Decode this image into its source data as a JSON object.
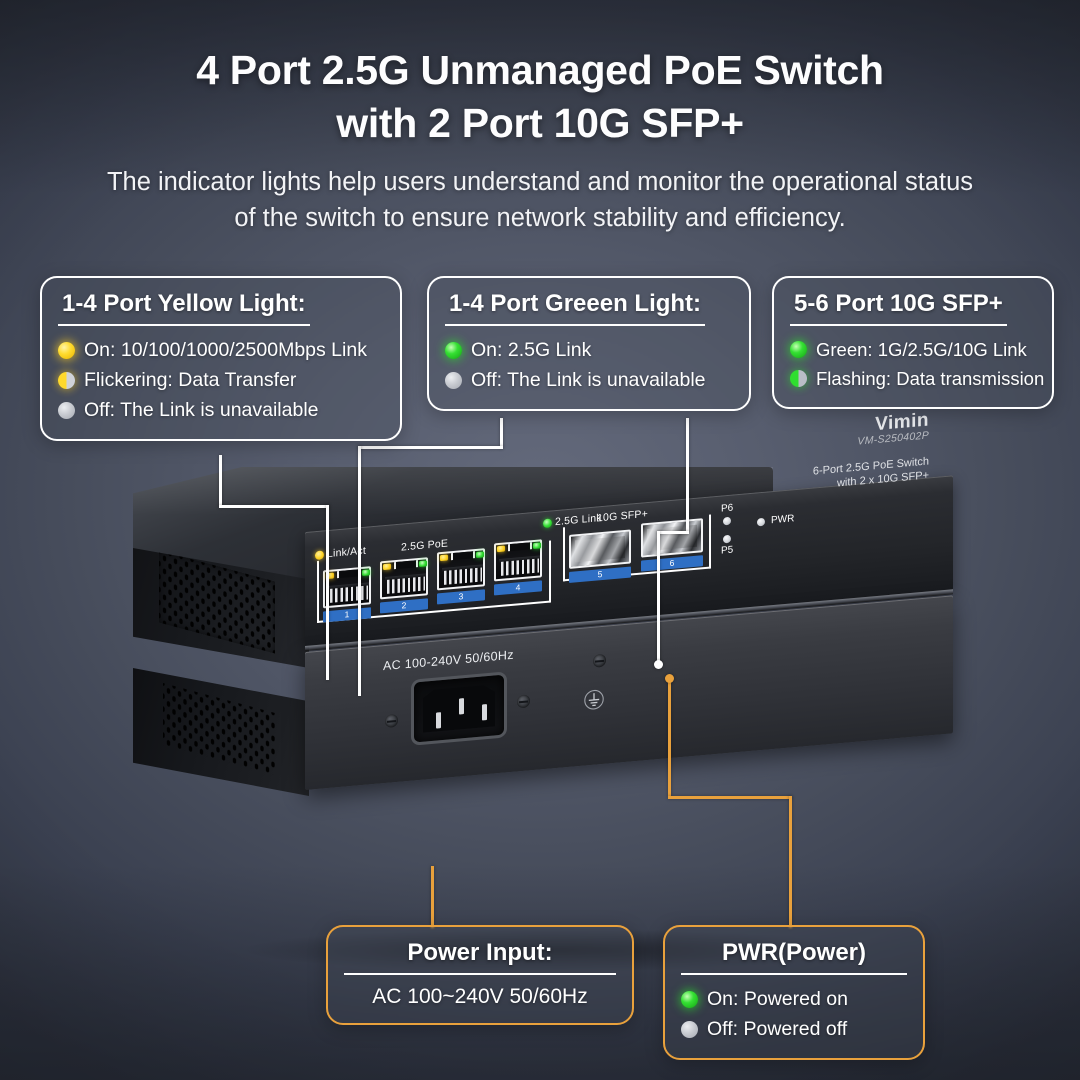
{
  "header": {
    "title_line1": "4 Port 2.5G Unmanaged PoE Switch",
    "title_line2": "with 2 Port 10G SFP+",
    "subtitle_line1": "The indicator lights help users understand and monitor the operational status",
    "subtitle_line2": "of the switch to ensure network stability and efficiency."
  },
  "colors": {
    "accent_amber": "#e9a13c",
    "led_yellow": "#ffd92c",
    "led_green": "#2fde2f",
    "led_off": "#c6c9cf",
    "port_blue": "#2f6fc4",
    "box_border": "#ffffff"
  },
  "callouts": {
    "yellow_light": {
      "title": "1-4 Port Yellow Light:",
      "rows": [
        {
          "led": "yellow",
          "text": "On: 10/100/1000/2500Mbps Link"
        },
        {
          "led": "half-yellow",
          "text": "Flickering: Data Transfer"
        },
        {
          "led": "grey",
          "text": "Off: The Link is unavailable"
        }
      ]
    },
    "green_light": {
      "title": "1-4 Port Greeen Light:",
      "rows": [
        {
          "led": "green",
          "text": "On: 2.5G Link"
        },
        {
          "led": "grey",
          "text": "Off: The Link is unavailable"
        }
      ]
    },
    "sfp": {
      "title": "5-6 Port 10G SFP+",
      "rows": [
        {
          "led": "green",
          "text": "Green: 1G/2.5G/10G Link"
        },
        {
          "led": "half-green",
          "text": "Flashing: Data transmission"
        }
      ]
    },
    "power_input": {
      "title": "Power Input:",
      "value": "AC 100~240V 50/60Hz"
    },
    "pwr": {
      "title": "PWR(Power)",
      "rows": [
        {
          "led": "green",
          "text": "On: Powered on"
        },
        {
          "led": "grey",
          "text": "Off: Powered off"
        }
      ]
    }
  },
  "device": {
    "brand": "Vimin",
    "model": "VM-S250402P",
    "desc_line1": "6-Port 2.5G PoE Switch",
    "desc_line2": "with 2 x 10G SFP+",
    "front_labels": {
      "link_act": "Link/Act",
      "poe_group": "2.5G PoE",
      "link_25g": "2.5G Link",
      "sfp_group": "10G SFP+",
      "p6": "P6",
      "p5": "P5",
      "pwr": "PWR"
    },
    "rj45_ports": [
      "1",
      "2",
      "3",
      "4"
    ],
    "sfp_ports": [
      "5",
      "6"
    ],
    "rear_labels": {
      "ac_rating": "AC 100-240V 50/60Hz"
    }
  }
}
